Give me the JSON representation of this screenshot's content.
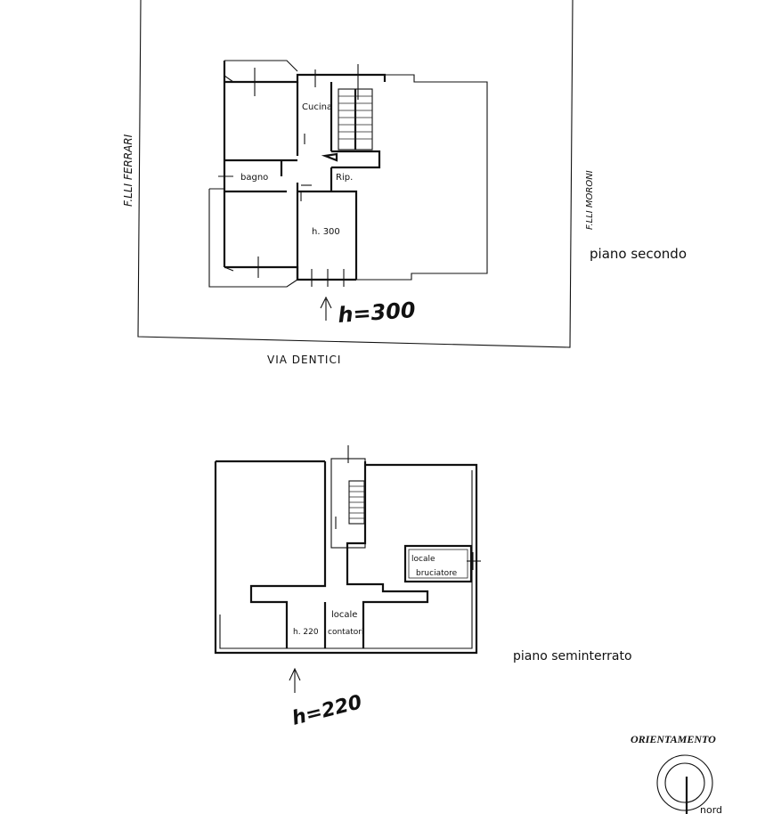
{
  "floor_upper": {
    "neighbor_left": "F.LLI FERRARI",
    "neighbor_right": "F.LLI MORONI",
    "street": "VIA DENTICI",
    "floor_name": "piano secondo",
    "height_note": "h=300",
    "room_height": "h. 300",
    "rooms": {
      "kitchen": "Cucina",
      "bathroom": "bagno",
      "storage": "Rip."
    }
  },
  "floor_lower": {
    "floor_name": "piano seminterrato",
    "height_note": "h=220",
    "room_height": "h. 220",
    "rooms": {
      "boiler_line1": "locale",
      "boiler_line2": "bruciatore",
      "meters_line1": "locale",
      "meters_line2": "contatori"
    }
  },
  "orientation": {
    "title": "ORIENTAMENTO",
    "north_label": "nord"
  }
}
